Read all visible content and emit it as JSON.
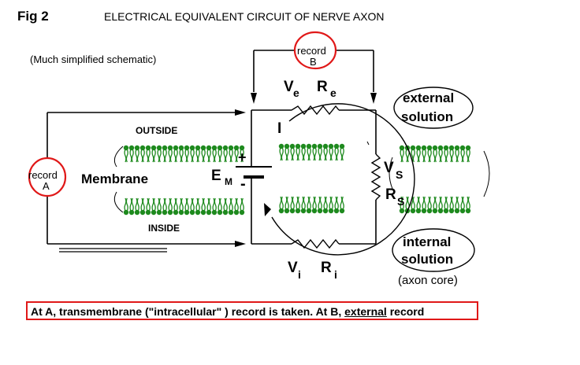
{
  "header": {
    "fig": "Fig  2",
    "title": "ELECTRICAL EQUIVALENT CIRCUIT OF NERVE AXON",
    "subtitle": "(Much simplified schematic)"
  },
  "labels": {
    "outside": "OUTSIDE",
    "inside": "INSIDE",
    "membrane": "Membrane",
    "record_a_line1": "record",
    "record_a_line2": "A",
    "record_b_line1": "record",
    "record_b_line2": "B",
    "ve": "V",
    "ve_sub": "e",
    "re": "R",
    "re_sub": "e",
    "vi": "V",
    "vi_sub": "i",
    "ri": "R",
    "ri_sub": "i",
    "vs": "V",
    "vs_sub": "S",
    "rs": "R",
    "rs_sub": "S",
    "em": "E",
    "em_sub": "M",
    "plus": "+",
    "minus": "-",
    "current": "I",
    "external_line1": "external",
    "external_line2": "solution",
    "internal_line1": "internal",
    "internal_line2": "solution",
    "axon_core": "(axon core)"
  },
  "note": {
    "text": "At A, transmembrane (\"intracellular\" ) record is taken.   At B, ",
    "link": "external",
    "tail": " record"
  },
  "colors": {
    "membrane_green": "#1e8a1e",
    "highlight_red": "#e01818",
    "line": "#000000"
  }
}
